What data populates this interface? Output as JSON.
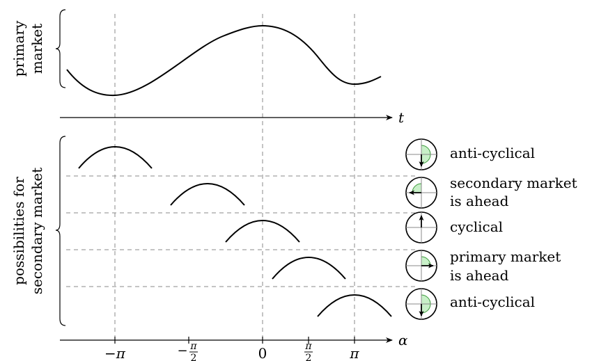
{
  "top_panel": {
    "brace_label_line1": "primary",
    "brace_label_line2": "market",
    "axis_label": "t"
  },
  "bottom_panel": {
    "brace_label_line1": "possibilities for",
    "brace_label_line2": "secondary market",
    "axis_label": "α",
    "ticks": [
      {
        "id": "neg-pi",
        "num": "−π",
        "den": ""
      },
      {
        "id": "neg-half-pi",
        "num": "−",
        "frac_num": "π",
        "frac_den": "2"
      },
      {
        "id": "zero",
        "num": "0",
        "den": ""
      },
      {
        "id": "half-pi",
        "frac_num": "π",
        "frac_den": "2"
      },
      {
        "id": "pi",
        "num": "π",
        "den": ""
      }
    ],
    "rows": [
      {
        "line1": "anti-cyclical",
        "line2": "",
        "phase_deg": 180
      },
      {
        "line1": "secondary market",
        "line2": "is ahead",
        "phase_deg": -90
      },
      {
        "line1": "cyclical",
        "line2": "",
        "phase_deg": 0
      },
      {
        "line1": "primary market",
        "line2": "is ahead",
        "phase_deg": 90
      },
      {
        "line1": "anti-cyclical",
        "line2": "",
        "phase_deg": 180
      }
    ]
  },
  "colors": {
    "phase_fill": "#c8f0c8",
    "phase_stroke": "#3a9a3a",
    "guide": "#888888"
  }
}
